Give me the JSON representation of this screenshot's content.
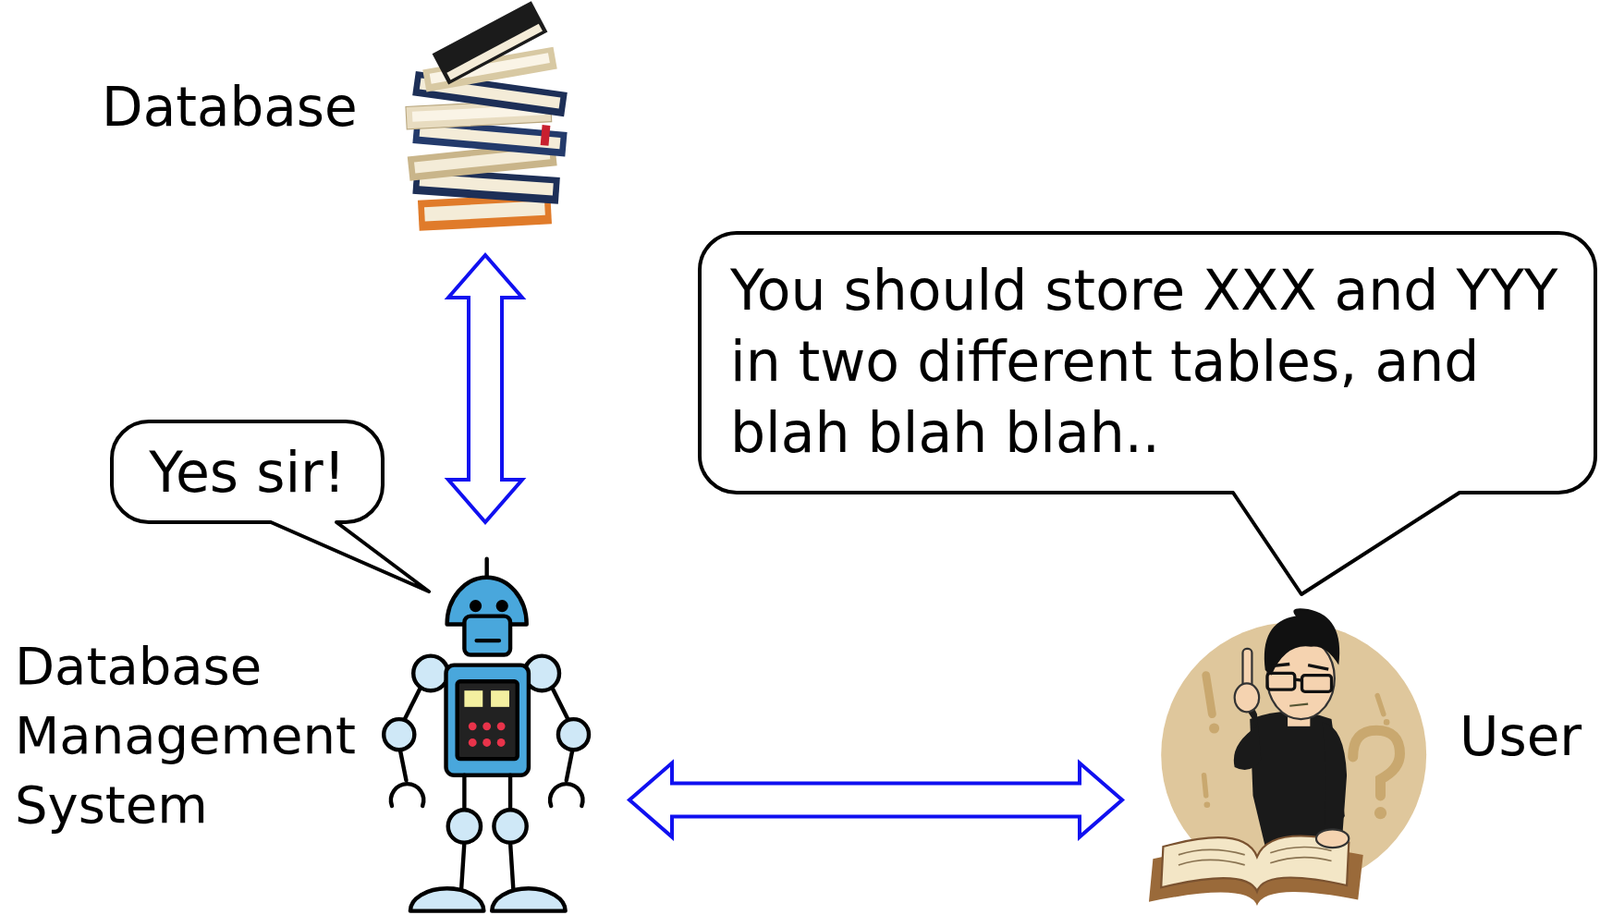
{
  "diagram": {
    "nodes": [
      {
        "text": [
          "Database"
        ]
      },
      {
        "text": [
          "You should store XXX and YYY in two different tables, and blah blah blah.."
        ]
      },
      {
        "text": [
          "Yes sir!"
        ]
      },
      {
        "text": [
          "Database Management System"
        ]
      },
      {
        "text": [
          "User"
        ]
      }
    ],
    "edges": [
      {
        "from": 0,
        "to": 3,
        "arrow": "both"
      },
      {
        "from": 3,
        "to": 4,
        "arrow": "both"
      }
    ]
  }
}
